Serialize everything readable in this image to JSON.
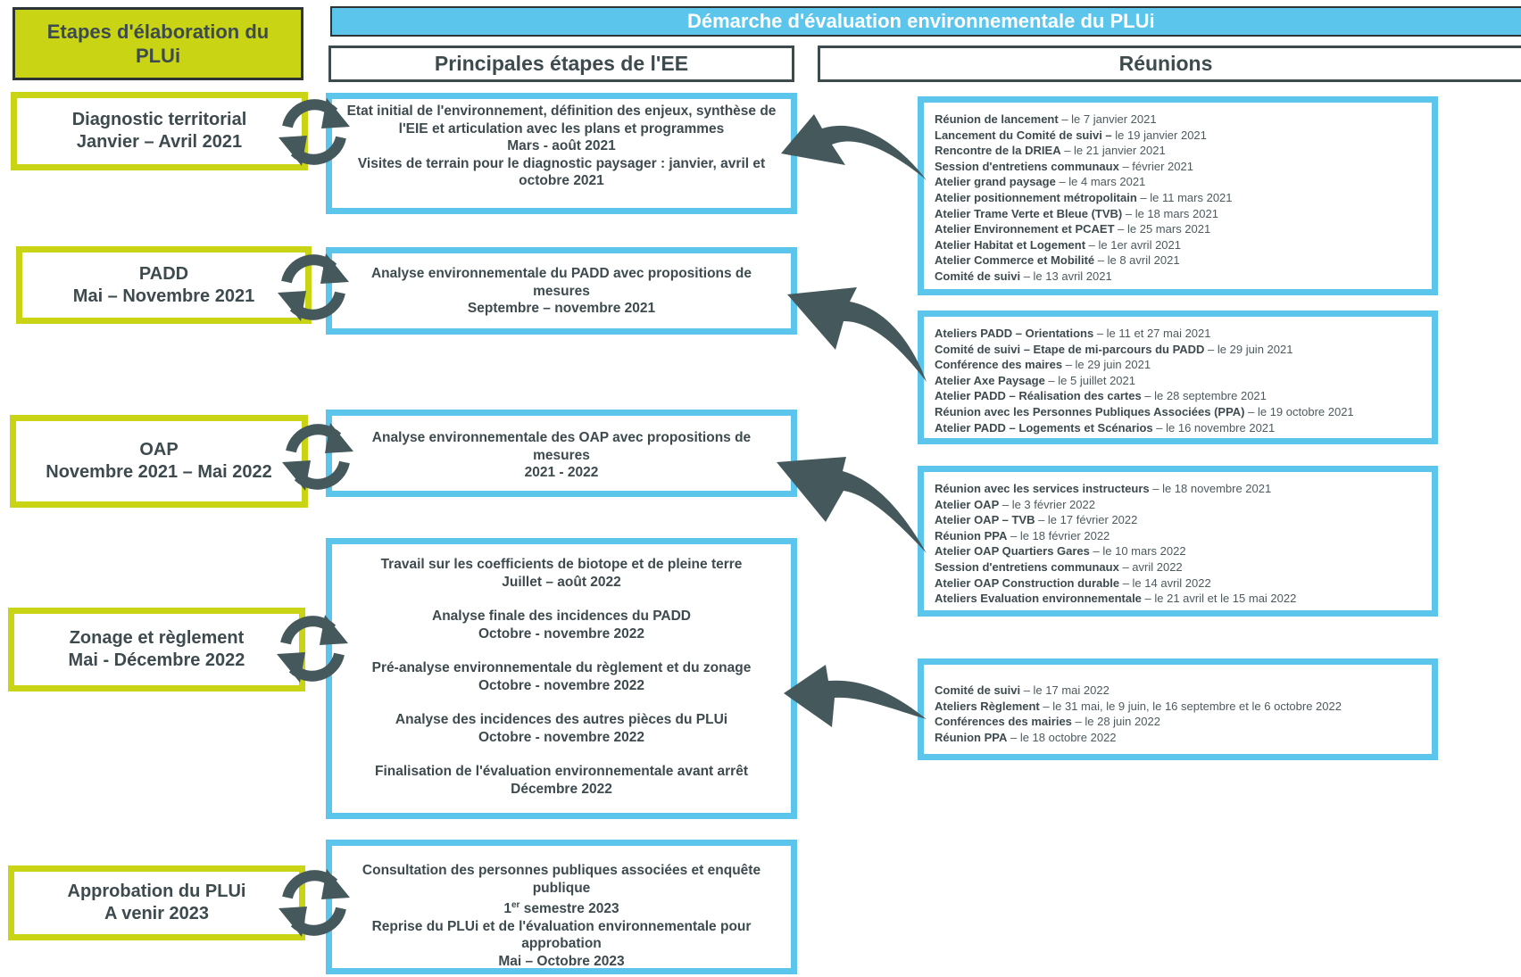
{
  "header": {
    "left_title": "Etapes d'élaboration du PLUi",
    "top_title": "Démarche d'évaluation environnementale du PLUi",
    "ee_title": "Principales étapes de l'EE",
    "meetings_title": "Réunions"
  },
  "stages": [
    {
      "name": "Diagnostic territorial",
      "period": "Janvier – Avril 2021"
    },
    {
      "name": "PADD",
      "period": "Mai – Novembre 2021"
    },
    {
      "name": "OAP",
      "period": "Novembre 2021 – Mai 2022"
    },
    {
      "name": "Zonage et règlement",
      "period": "Mai - Décembre 2022"
    },
    {
      "name": "Approbation du PLUi",
      "period": "A venir 2023"
    }
  ],
  "ee_steps": {
    "diagnostic": [
      "Etat initial de l'environnement, définition des enjeux, synthèse de l'EIE et articulation avec les plans et programmes",
      "Mars - août 2021",
      "Visites de terrain pour le diagnostic paysager : janvier, avril et octobre 2021"
    ],
    "padd": [
      "Analyse environnementale du PADD avec propositions de mesures",
      "Septembre – novembre 2021"
    ],
    "oap": [
      "Analyse environnementale des OAP avec propositions de mesures",
      "2021 - 2022"
    ],
    "zonage": [
      "Travail sur les coefficients de biotope et de pleine terre",
      "Juillet – août 2022",
      "Analyse finale des incidences du PADD",
      "Octobre - novembre 2022",
      "Pré-analyse environnementale du règlement et du zonage",
      "Octobre - novembre 2022",
      "Analyse des incidences des autres pièces du PLUi",
      "Octobre - novembre 2022",
      "Finalisation de l'évaluation environnementale avant arrêt",
      "Décembre 2022"
    ],
    "approbation": {
      "line1": "Consultation des personnes publiques associées et enquête publique",
      "line2_num": "1",
      "line2_sup": "er",
      "line2_rest": " semestre 2023",
      "line3": "Reprise du PLUi et de l'évaluation environnementale pour approbation",
      "line4": "Mai – Octobre 2023"
    }
  },
  "meetings": [
    [
      {
        "t": "Réunion de lancement",
        "d": " – le 7 janvier 2021"
      },
      {
        "t": "Lancement du Comité de suivi –",
        "d": " le 19 janvier 2021"
      },
      {
        "t": "Rencontre de la DRIEA",
        "d": " – le 21 janvier 2021"
      },
      {
        "t": "Session d'entretiens communaux",
        "d": " – février 2021"
      },
      {
        "t": "Atelier grand paysage",
        "d": " – le 4 mars 2021"
      },
      {
        "t": "Atelier positionnement métropolitain",
        "d": " – le 11 mars 2021"
      },
      {
        "t": "Atelier Trame Verte et Bleue (TVB)",
        "d": " – le 18 mars 2021"
      },
      {
        "t": "Atelier Environnement et PCAET",
        "d": " – le 25 mars 2021"
      },
      {
        "t": "Atelier Habitat et Logement",
        "d": " – le 1er avril 2021"
      },
      {
        "t": "Atelier Commerce et Mobilité",
        "d": " – le 8 avril 2021"
      },
      {
        "t": "Comité de suivi",
        "d": " – le 13 avril 2021"
      }
    ],
    [
      {
        "t": "Ateliers PADD – Orientations",
        "d": " – le 11 et 27 mai 2021"
      },
      {
        "t": "Comité de suivi – Etape de mi-parcours du PADD",
        "d": " – le 29 juin 2021"
      },
      {
        "t": "Conférence des maires",
        "d": " – le 29 juin 2021"
      },
      {
        "t": "Atelier Axe Paysage",
        "d": " – le 5 juillet 2021"
      },
      {
        "t": "Atelier PADD – Réalisation des cartes",
        "d": " – le 28 septembre 2021"
      },
      {
        "t": "Réunion avec les Personnes Publiques Associées (PPA)",
        "d": " – le 19 octobre 2021"
      },
      {
        "t": "Atelier PADD – Logements et Scénarios",
        "d": " – le 16 novembre 2021"
      }
    ],
    [
      {
        "t": "Réunion avec les services instructeurs",
        "d": " – le 18 novembre 2021"
      },
      {
        "t": "Atelier OAP",
        "d": " – le 3 février 2022"
      },
      {
        "t": "Atelier OAP – TVB",
        "d": " – le 17 février 2022"
      },
      {
        "t": "Réunion PPA",
        "d": " – le 18 février 2022"
      },
      {
        "t": "Atelier OAP Quartiers Gares",
        "d": " – le 10 mars 2022"
      },
      {
        "t": "Session d'entretiens communaux",
        "d": " – avril 2022"
      },
      {
        "t": "Atelier OAP Construction durable",
        "d": " – le 14 avril 2022"
      },
      {
        "t": "Ateliers Evaluation environnementale",
        "d": " – le 21 avril et le 15 mai 2022"
      }
    ],
    [
      {
        "t": "Comité de suivi",
        "d": " – le 17 mai 2022"
      },
      {
        "t": "Ateliers Règlement",
        "d": " – le 31 mai, le 9 juin, le 16 septembre et le 6 octobre 2022"
      },
      {
        "t": "Conférences des mairies",
        "d": " – le 28 juin 2022"
      },
      {
        "t": "Réunion PPA",
        "d": " – le 18 octobre 2022"
      }
    ]
  ],
  "colors": {
    "lime": "#c8d414",
    "blue": "#5bc5ec",
    "dark": "#45585c"
  }
}
